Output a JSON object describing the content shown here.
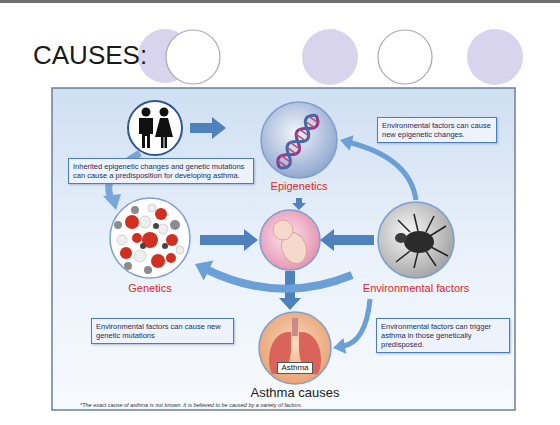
{
  "diagram": {
    "title": "CAUSES:",
    "caption": "Asthma causes",
    "nodes": [
      {
        "text": [
          "Epigenetics"
        ]
      },
      {
        "text": [
          "Environmental factors can cause new epigenetic changes."
        ]
      },
      {
        "text": [
          "Inherited epigenetic changes and genetic mutations can cause a predisposition for developing asthma."
        ]
      },
      {
        "text": [
          "Genetics"
        ]
      },
      {
        "text": [
          "Environmental factors"
        ]
      },
      {
        "text": [
          "Environmental factors can cause new genetic mutations"
        ]
      },
      {
        "text": [
          "Asthma"
        ]
      },
      {
        "text": [
          "Environmental factors can trigger asthma in those genetically predisposed."
        ]
      }
    ],
    "edges": [
      {
        "from": 4,
        "to": 0,
        "arrow": "to"
      },
      {
        "from": 4,
        "to": 3,
        "arrow": "to"
      },
      {
        "from": 4,
        "to": 6,
        "arrow": "to"
      }
    ],
    "labels": [
      "*The exact cause of asthma is not known. It is believed to be caused by a variety of factors."
    ]
  }
}
